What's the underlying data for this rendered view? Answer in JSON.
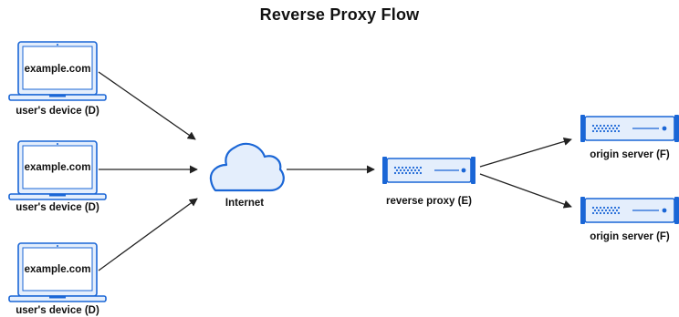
{
  "title": "Reverse Proxy Flow",
  "colors": {
    "accent": "#1a66d6",
    "device_fill": "#e4eefc",
    "arrow": "#222222",
    "text": "#111111"
  },
  "devices": [
    {
      "screen_text": "example.com",
      "label": "user's device (D)",
      "icon": "laptop-icon"
    },
    {
      "screen_text": "example.com",
      "label": "user's device (D)",
      "icon": "laptop-icon"
    },
    {
      "screen_text": "example.com",
      "label": "user's device (D)",
      "icon": "laptop-icon"
    }
  ],
  "internet": {
    "label": "Internet",
    "icon": "cloud-icon"
  },
  "proxy": {
    "label": "reverse proxy (E)",
    "icon": "server-icon"
  },
  "origins": [
    {
      "label": "origin server (F)",
      "icon": "server-icon"
    },
    {
      "label": "origin server (F)",
      "icon": "server-icon"
    }
  ]
}
